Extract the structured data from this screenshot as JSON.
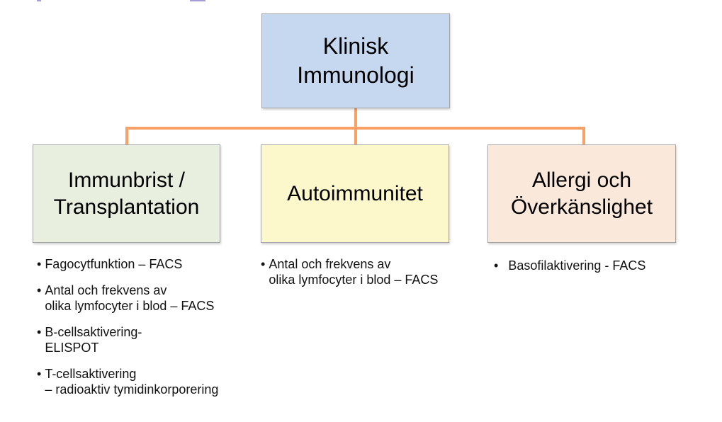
{
  "diagram": {
    "root": {
      "title": "Klinisk\nImmunologi"
    },
    "branches": [
      {
        "title": "Immunbrist /\nTransplantation",
        "bullets": [
          "Fagocytfunktion – FACS",
          "Antal och frekvens av\nolika lymfocyter i blod – FACS",
          "B-cellsaktivering-\nELISPOT",
          "T-cellsaktivering\n– radioaktiv tymidinkorporering"
        ]
      },
      {
        "title": "Autoimmunitet",
        "bullets": [
          "Antal och frekvens av\nolika lymfocyter i blod – FACS"
        ]
      },
      {
        "title": "Allergi och\nÖverkänslighet",
        "bullets": [
          "Basofilaktivering - FACS"
        ]
      }
    ],
    "colors": {
      "root_fill": "#c6d8ef",
      "immunbrist_fill": "#e8efdf",
      "autoimmunitet_fill": "#fcf8cb",
      "allergi_fill": "#fae8da",
      "connector": "#f9a067",
      "box_border": "#a6a6a6"
    }
  }
}
